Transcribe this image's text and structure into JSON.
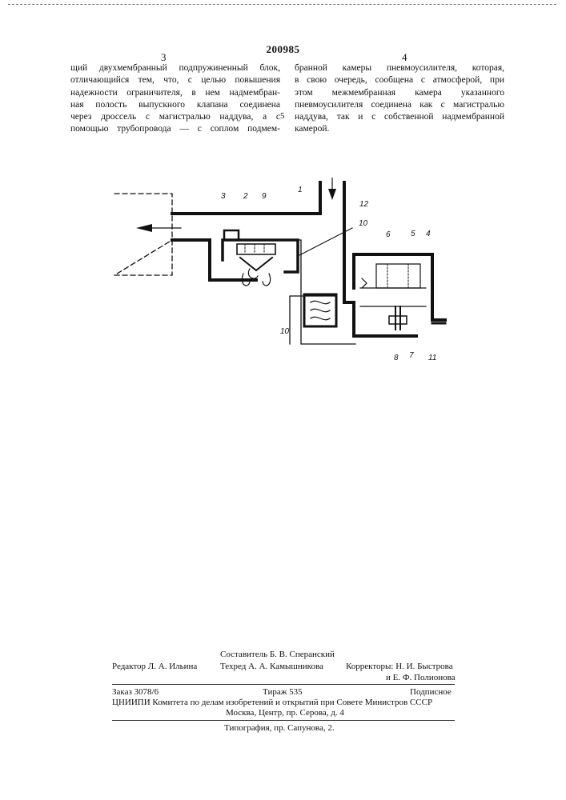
{
  "header": {
    "patent_number": "200985",
    "col_left_number": "3",
    "col_right_number": "4",
    "line_marker": "5"
  },
  "left_column": [
    "щий двухмембранный подпружиненный блок,",
    "отличающийся тем, что, с целью повышения",
    "надежности ограничителя, в нем надмембран-",
    "ная полость выпускного клапана соединена",
    "через дроссель с магистралью наддува, а с",
    "помощью трубопровода — с соплом подмем-"
  ],
  "right_column": [
    "бранной камеры пневмоусилителя, которая,",
    "в свою очередь, сообщена с атмосферой, при",
    "этом межмембранная камера указанного",
    "пневмоусилителя соединена как с магистралью",
    "наддува, так и с собственной надмембранной",
    "камерой."
  ],
  "figure_labels": [
    "1",
    "2",
    "3",
    "4",
    "5",
    "6",
    "7",
    "8",
    "9",
    "10",
    "10",
    "11",
    "12"
  ],
  "credits": {
    "compiler": "Составитель Б. В. Сперанский",
    "editor": "Редактор Л. А. Ильина",
    "techred": "Техред А. А. Камышникова",
    "correctors_1": "Корректоры: Н. И. Быстрова",
    "correctors_2": "и Е. Ф. Полионова",
    "order": "Заказ 3078/6",
    "print_run": "Тираж 535",
    "subscription": "Подписное",
    "institute": "ЦНИИПИ Комитета по делам изобретений и открытий при Совете Министров СССР",
    "address": "Москва, Центр, пр. Серова, д. 4",
    "printing_house": "Типография, пр. Сапунова, 2."
  }
}
